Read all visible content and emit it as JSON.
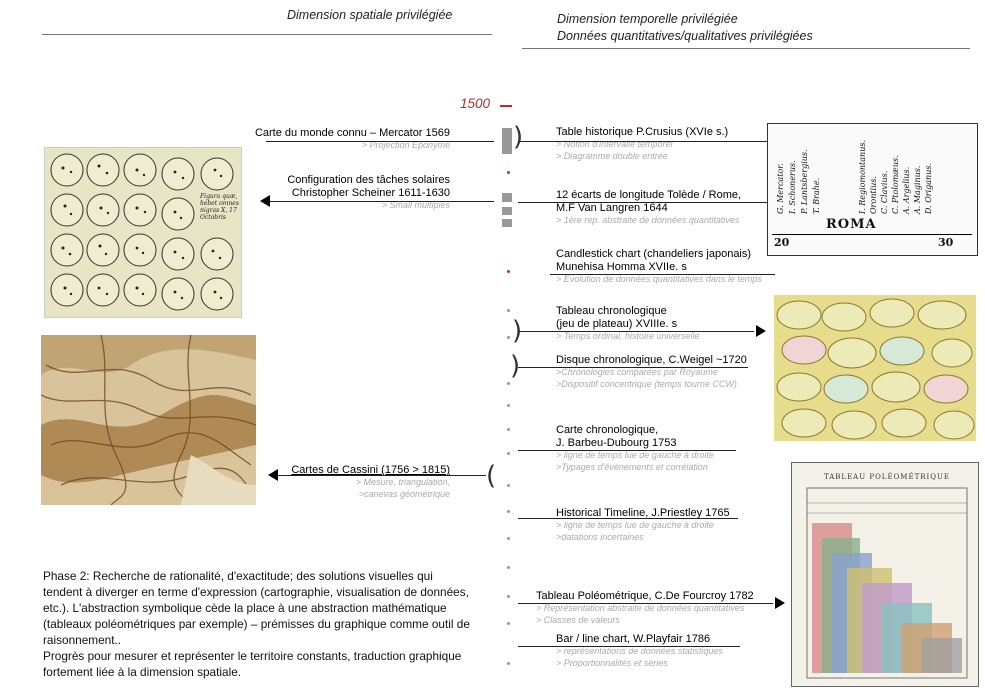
{
  "header": {
    "left": "Dimension spatiale privilégiée",
    "right1": "Dimension temporelle privilégiée",
    "right2": "Données quantitatives/qualitatives privilégiées"
  },
  "year": "1500",
  "entries": [
    {
      "title": "Table historique P.Crusius (XVIe s.)",
      "subs": [
        "> Notion d'intervalle temporel",
        "> Diagramme double entrée"
      ]
    },
    {
      "title": "12 écarts de longitude Tolède / Rome,",
      "title2": "M.F Van Langren 1644",
      "subs": [
        "> 1ère rep. abstraite de données quantitatives"
      ]
    },
    {
      "title": "Candlestick chart (chandeliers japonais)",
      "title2": "Munehisa Homma XVIIe. s",
      "subs": [
        "> Evolution de données quantitatives dans le temps"
      ]
    },
    {
      "title": "Tableau chronologique",
      "title2": "(jeu de plateau) XVIIIe. s",
      "subs": [
        "> Temps ordinal,  histoire universelle"
      ]
    },
    {
      "title": "Disque chronologique, C.Weigel ~1720",
      "subs": [
        ">Chronologies comparées par Royaume",
        ">Dispositif concentrique (temps tourne CCW)"
      ]
    },
    {
      "title": "Carte chronologique,",
      "title2": "J. Barbeu-Dubourg 1753",
      "subs": [
        "> ligne de temps lue de gauche à droite",
        ">Typages d'évènements et corrélation"
      ]
    },
    {
      "title": "Historical Timeline, J.Priestley 1765",
      "subs": [
        "> ligne de temps lue de gauche à droite",
        ">datations incertaines"
      ]
    },
    {
      "title": "Tableau Poléométrique, C.De Fourcroy 1782",
      "subs": [
        "> Représentation abstraite de données quantitatives",
        "> Classes de valeurs"
      ]
    },
    {
      "title": "Bar / line chart, W.Playfair 1786",
      "subs": [
        "> représentations de données statistiques",
        "> Proportionnalités et séries"
      ]
    }
  ],
  "left_entries": [
    {
      "title": "Carte du monde connu – Mercator 1569",
      "subs": [
        "> Projection Eponyme"
      ]
    },
    {
      "title": "Configuration des tâches solaires",
      "title2": "Christopher Scheiner 1611-1630",
      "subs": [
        "> Small multiples"
      ]
    },
    {
      "title": "Cartes de Cassini (1756 > 1815)",
      "subs": [
        "> Mesure, triangulation,",
        ">canevas géométrique"
      ]
    }
  ],
  "sunspot_text": [
    "Figura quæ,",
    "hebet omnes",
    "nigras X, 17",
    "Octobris"
  ],
  "roma_names_left": [
    "G. Mercator.",
    "I. Schonerus.",
    "P. Lantsbergius.",
    "T. Brahe."
  ],
  "roma_names_right": [
    "I. Regiomontanus.",
    "Orontius.",
    "C. Clavius.",
    "C. Ptolomæus.",
    "A. Argelius.",
    "A. Maginus.",
    "D. Origanus."
  ],
  "roma_word": "ROMA",
  "roma_ticks": [
    "20",
    "30"
  ],
  "poleo_title": "TABLEAU POLÉOMÉTRIQUE",
  "phase_text": [
    "Phase 2: Recherche de rationalité, d'exactitude; des solutions visuelles qui tendent à diverger en terme d'expression (cartographie, visualisation de données, etc.). L'abstraction symbolique cède la place à une abstraction mathématique (tableaux poléométriques par exemple) – prémisses du graphique comme outil de raisonnement..",
    "Progrès pour mesurer et représenter le territoire constants, traduction graphique fortement liée à la dimension spatiale."
  ],
  "colors": {
    "year": "#b03030",
    "subtitle": "#aaaaaa",
    "timeline": "#999999"
  }
}
